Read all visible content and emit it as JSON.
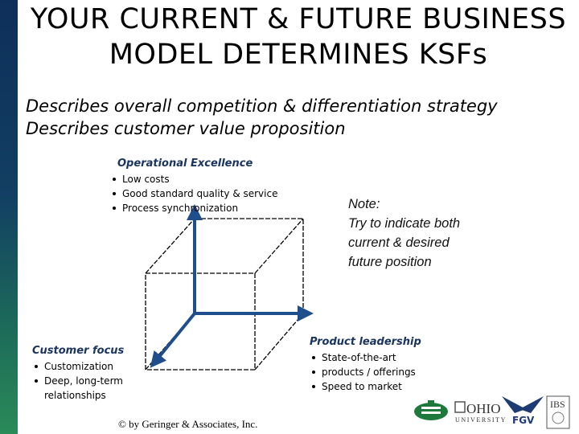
{
  "title": {
    "line1": "YOUR CURRENT & FUTURE BUSINESS",
    "line2": "MODEL DETERMINES KSFs"
  },
  "subtitle": {
    "line1": "Describes overall competition & differentiation strategy",
    "line2": "Describes customer value proposition"
  },
  "operational_excellence": {
    "heading": "Operational Excellence",
    "bullets": [
      "Low costs",
      "Good standard quality & service",
      "Process synchronization"
    ]
  },
  "customer_focus": {
    "heading": "Customer focus",
    "bullets": [
      "Customization",
      "Deep, long-term",
      "relationships"
    ]
  },
  "product_leadership": {
    "heading": "Product leadership",
    "bullets": [
      "State-of-the-art",
      "products / offerings",
      "Speed to market"
    ]
  },
  "note": {
    "line1": "Note:",
    "line2": "Try to indicate both",
    "line3": "current & desired",
    "line4": "future position"
  },
  "copyright": "© by Geringer & Associates, Inc.",
  "logos": {
    "ohio_word": "OHIO",
    "ohio_sub": "UNIVERSITY",
    "fgv": "FGV",
    "ibs": "IBS"
  },
  "colors": {
    "arrow": "#1f4e8c",
    "heading": "#1a3560",
    "sidebar_top": "#0e2f5a",
    "sidebar_bottom": "#2a8a58"
  }
}
